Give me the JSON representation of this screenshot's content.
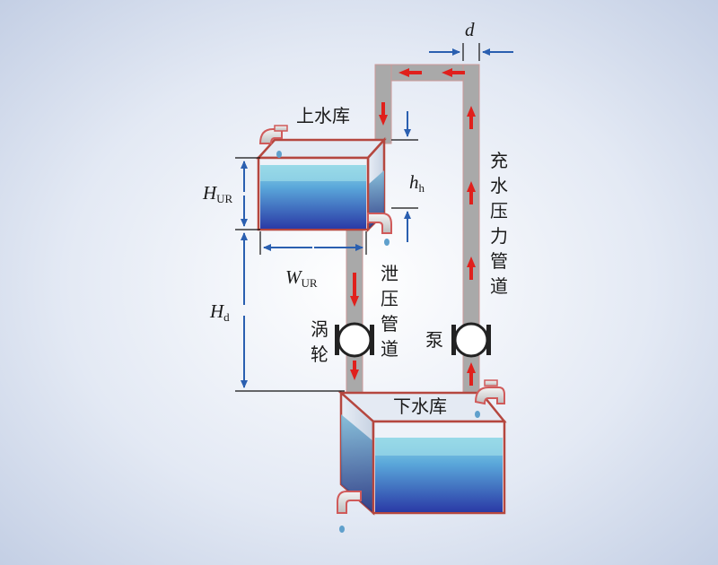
{
  "labels": {
    "upper_reservoir": "上水库",
    "lower_reservoir": "下水库",
    "charging_pipe": [
      "充",
      "水",
      "压",
      "力",
      "管",
      "道"
    ],
    "discharge_pipe": [
      "泄",
      "压",
      "管",
      "道"
    ],
    "turbine": [
      "涡",
      "轮"
    ],
    "pump": "泵"
  },
  "dimensions": {
    "d": "d",
    "hh_main": "h",
    "hh_sub": "h",
    "hur_main": "H",
    "hur_sub": "UR",
    "wur_main": "W",
    "wur_sub": "UR",
    "hd_main": "H",
    "hd_sub": "d"
  },
  "colors": {
    "pipe": "#a9a9a9",
    "water_top": "#8fd3e3",
    "water_bottom": "#2b3fa8",
    "flow_arrow": "#e0201c",
    "dimension": "#2a5fb0",
    "outline": "#c24a4a"
  }
}
